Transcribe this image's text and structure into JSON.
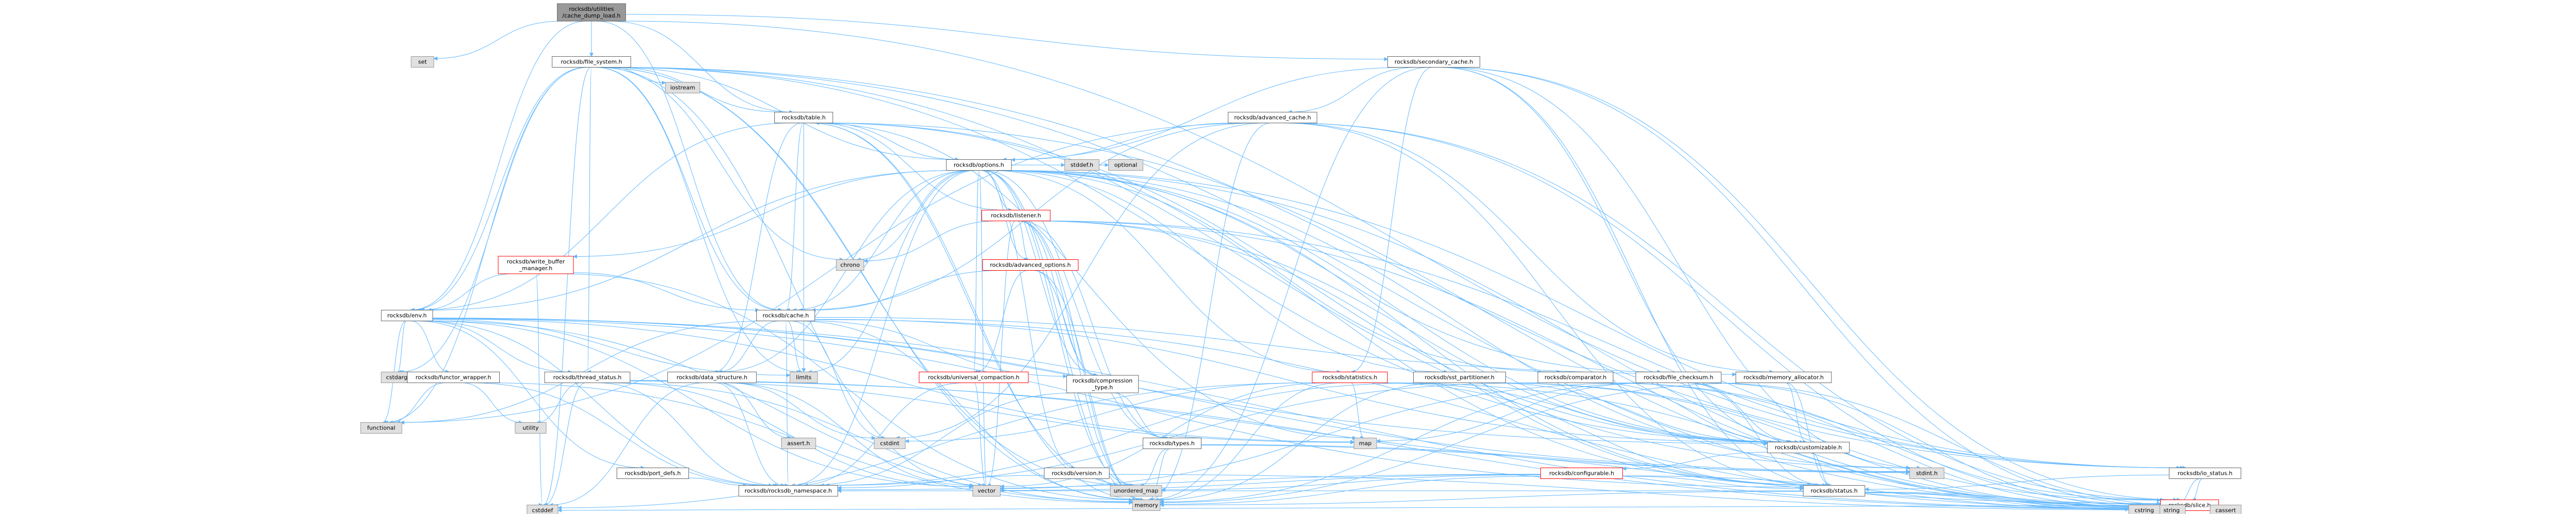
{
  "colors": {
    "edge": "#63b8ff",
    "edge_dark": "#404040",
    "root_fill": "#999999",
    "root_stroke": "#666666",
    "header_fill": "#ffffff",
    "header_stroke": "#666666",
    "sys_fill": "#e0e0e0",
    "sys_stroke": "#999999",
    "trunc_stroke": "#ff0000",
    "text": "#000000"
  },
  "nodes": [
    {
      "id": "root",
      "style": "root",
      "lines": [
        "rocksdb/utilities",
        "/cache_dump_load.h"
      ]
    },
    {
      "id": "set",
      "style": "sys",
      "lines": [
        "set"
      ]
    },
    {
      "id": "file_system",
      "style": "header",
      "lines": [
        "rocksdb/file_system.h"
      ]
    },
    {
      "id": "secondary_cache",
      "style": "header",
      "lines": [
        "rocksdb/secondary_cache.h"
      ]
    },
    {
      "id": "iostream",
      "style": "sys",
      "lines": [
        "iostream"
      ]
    },
    {
      "id": "table",
      "style": "header",
      "lines": [
        "rocksdb/table.h"
      ]
    },
    {
      "id": "advanced_cache",
      "style": "header",
      "lines": [
        "rocksdb/advanced_cache.h"
      ]
    },
    {
      "id": "options",
      "style": "header",
      "lines": [
        "rocksdb/options.h"
      ]
    },
    {
      "id": "listener",
      "style": "trunc",
      "lines": [
        "rocksdb/listener.h"
      ]
    },
    {
      "id": "stddef",
      "style": "sys",
      "lines": [
        "stddef.h"
      ]
    },
    {
      "id": "optional",
      "style": "sys",
      "lines": [
        "optional"
      ]
    },
    {
      "id": "write_buffer_manager",
      "style": "trunc",
      "lines": [
        "rocksdb/write_buffer",
        "_manager.h"
      ]
    },
    {
      "id": "chrono",
      "style": "sys",
      "lines": [
        "chrono"
      ]
    },
    {
      "id": "advanced_options",
      "style": "trunc",
      "lines": [
        "rocksdb/advanced_options.h"
      ]
    },
    {
      "id": "env",
      "style": "header",
      "lines": [
        "rocksdb/env.h"
      ]
    },
    {
      "id": "cache",
      "style": "header",
      "lines": [
        "rocksdb/cache.h"
      ]
    },
    {
      "id": "cstdarg",
      "style": "sys",
      "lines": [
        "cstdarg"
      ]
    },
    {
      "id": "functor_wrapper",
      "style": "header",
      "lines": [
        "rocksdb/functor_wrapper.h"
      ]
    },
    {
      "id": "thread_status",
      "style": "header",
      "lines": [
        "rocksdb/thread_status.h"
      ]
    },
    {
      "id": "data_structure",
      "style": "header",
      "lines": [
        "rocksdb/data_structure.h"
      ]
    },
    {
      "id": "limits",
      "style": "sys",
      "lines": [
        "limits"
      ]
    },
    {
      "id": "universal_compaction",
      "style": "trunc",
      "lines": [
        "rocksdb/universal_compaction.h"
      ]
    },
    {
      "id": "compression_type",
      "style": "header",
      "lines": [
        "rocksdb/compression",
        "_type.h"
      ]
    },
    {
      "id": "statistics",
      "style": "trunc",
      "lines": [
        "rocksdb/statistics.h"
      ]
    },
    {
      "id": "sst_partitioner",
      "style": "header",
      "lines": [
        "rocksdb/sst_partitioner.h"
      ]
    },
    {
      "id": "comparator",
      "style": "header",
      "lines": [
        "rocksdb/comparator.h"
      ]
    },
    {
      "id": "file_checksum",
      "style": "header",
      "lines": [
        "rocksdb/file_checksum.h"
      ]
    },
    {
      "id": "memory_allocator",
      "style": "header",
      "lines": [
        "rocksdb/memory_allocator.h"
      ]
    },
    {
      "id": "functional",
      "style": "sys",
      "lines": [
        "functional"
      ]
    },
    {
      "id": "utility",
      "style": "sys",
      "lines": [
        "utility"
      ]
    },
    {
      "id": "assert",
      "style": "sys",
      "lines": [
        "assert.h"
      ]
    },
    {
      "id": "cstdint",
      "style": "sys",
      "lines": [
        "cstdint"
      ]
    },
    {
      "id": "map",
      "style": "sys",
      "lines": [
        "map"
      ]
    },
    {
      "id": "types",
      "style": "header",
      "lines": [
        "rocksdb/types.h"
      ]
    },
    {
      "id": "customizable",
      "style": "header",
      "lines": [
        "rocksdb/customizable.h"
      ]
    },
    {
      "id": "port_defs",
      "style": "header",
      "lines": [
        "rocksdb/port_defs.h"
      ]
    },
    {
      "id": "version",
      "style": "header",
      "lines": [
        "rocksdb/version.h"
      ]
    },
    {
      "id": "configurable",
      "style": "trunc",
      "lines": [
        "rocksdb/configurable.h"
      ]
    },
    {
      "id": "stdint",
      "style": "sys",
      "lines": [
        "stdint.h"
      ]
    },
    {
      "id": "io_status",
      "style": "header",
      "lines": [
        "rocksdb/io_status.h"
      ]
    },
    {
      "id": "rocksdb_namespace",
      "style": "header",
      "lines": [
        "rocksdb/rocksdb_namespace.h"
      ]
    },
    {
      "id": "vector",
      "style": "sys",
      "lines": [
        "vector"
      ]
    },
    {
      "id": "unordered_map",
      "style": "sys",
      "lines": [
        "unordered_map"
      ]
    },
    {
      "id": "status",
      "style": "header",
      "lines": [
        "rocksdb/status.h"
      ]
    },
    {
      "id": "memory",
      "style": "sys",
      "lines": [
        "memory"
      ]
    },
    {
      "id": "slice",
      "style": "trunc",
      "lines": [
        "rocksdb/slice.h"
      ]
    },
    {
      "id": "cstddef",
      "style": "sys",
      "lines": [
        "cstddef"
      ]
    },
    {
      "id": "string",
      "style": "sys",
      "lines": [
        "string"
      ]
    },
    {
      "id": "cstring",
      "style": "sys",
      "lines": [
        "cstring"
      ]
    },
    {
      "id": "cassert",
      "style": "sys",
      "lines": [
        "cassert"
      ]
    }
  ],
  "edges": [
    [
      "root",
      "set"
    ],
    [
      "root",
      "file_system"
    ],
    [
      "root",
      "secondary_cache"
    ],
    [
      "root",
      "table"
    ],
    [
      "root",
      "env"
    ],
    [
      "root",
      "io_status"
    ],
    [
      "root",
      "cache"
    ],
    [
      "file_system",
      "iostream"
    ],
    [
      "file_system",
      "table"
    ],
    [
      "file_system",
      "options"
    ],
    [
      "file_system",
      "env"
    ],
    [
      "file_system",
      "cache"
    ],
    [
      "file_system",
      "thread_status"
    ],
    [
      "file_system",
      "io_status"
    ],
    [
      "file_system",
      "customizable"
    ],
    [
      "file_system",
      "functional"
    ],
    [
      "file_system",
      "cstdarg"
    ],
    [
      "file_system",
      "limits"
    ],
    [
      "file_system",
      "stdint"
    ],
    [
      "file_system",
      "vector"
    ],
    [
      "file_system",
      "unordered_map"
    ],
    [
      "file_system",
      "memory"
    ],
    [
      "file_system",
      "string"
    ],
    [
      "file_system",
      "chrono"
    ],
    [
      "file_system",
      "cstddef"
    ],
    [
      "secondary_cache",
      "advanced_cache"
    ],
    [
      "secondary_cache",
      "customizable"
    ],
    [
      "secondary_cache",
      "statistics"
    ],
    [
      "secondary_cache",
      "status"
    ],
    [
      "secondary_cache",
      "slice"
    ],
    [
      "secondary_cache",
      "options"
    ],
    [
      "secondary_cache",
      "stdint"
    ],
    [
      "secondary_cache",
      "memory"
    ],
    [
      "secondary_cache",
      "string"
    ],
    [
      "table",
      "options"
    ],
    [
      "table",
      "env"
    ],
    [
      "table",
      "cache"
    ],
    [
      "table",
      "customizable"
    ],
    [
      "table",
      "data_structure"
    ],
    [
      "table",
      "status"
    ],
    [
      "table",
      "limits"
    ],
    [
      "table",
      "string"
    ],
    [
      "table",
      "memory"
    ],
    [
      "table",
      "unordered_map"
    ],
    [
      "table",
      "map"
    ],
    [
      "advanced_cache",
      "options"
    ],
    [
      "advanced_cache",
      "cache"
    ],
    [
      "advanced_cache",
      "memory_allocator"
    ],
    [
      "advanced_cache",
      "slice"
    ],
    [
      "advanced_cache",
      "status"
    ],
    [
      "advanced_cache",
      "memory"
    ],
    [
      "advanced_cache",
      "string"
    ],
    [
      "advanced_cache",
      "functional"
    ],
    [
      "advanced_cache",
      "cstdint"
    ],
    [
      "options",
      "listener"
    ],
    [
      "options",
      "stddef"
    ],
    [
      "options",
      "optional"
    ],
    [
      "options",
      "write_buffer_manager"
    ],
    [
      "options",
      "advanced_options"
    ],
    [
      "options",
      "env"
    ],
    [
      "options",
      "cache"
    ],
    [
      "options",
      "universal_compaction"
    ],
    [
      "options",
      "compression_type"
    ],
    [
      "options",
      "statistics"
    ],
    [
      "options",
      "sst_partitioner"
    ],
    [
      "options",
      "comparator"
    ],
    [
      "options",
      "file_checksum"
    ],
    [
      "options",
      "types"
    ],
    [
      "options",
      "customizable"
    ],
    [
      "options",
      "version"
    ],
    [
      "options",
      "data_structure"
    ],
    [
      "options",
      "chrono"
    ],
    [
      "options",
      "limits"
    ],
    [
      "options",
      "stdint"
    ],
    [
      "options",
      "unordered_map"
    ],
    [
      "options",
      "vector"
    ],
    [
      "options",
      "memory"
    ],
    [
      "options",
      "string"
    ],
    [
      "options",
      "rocksdb_namespace"
    ],
    [
      "options",
      "status"
    ],
    [
      "options",
      "io_status"
    ],
    [
      "listener",
      "chrono"
    ],
    [
      "listener",
      "advanced_options"
    ],
    [
      "listener",
      "compression_type"
    ],
    [
      "listener",
      "customizable"
    ],
    [
      "listener",
      "io_status"
    ],
    [
      "listener",
      "status"
    ],
    [
      "listener",
      "types"
    ],
    [
      "listener",
      "memory"
    ],
    [
      "listener",
      "string"
    ],
    [
      "listener",
      "unordered_map"
    ],
    [
      "listener",
      "vector"
    ],
    [
      "listener",
      "table"
    ],
    [
      "write_buffer_manager",
      "cache"
    ],
    [
      "write_buffer_manager",
      "env"
    ],
    [
      "write_buffer_manager",
      "cstddef"
    ],
    [
      "write_buffer_manager",
      "memory"
    ],
    [
      "advanced_options",
      "cache"
    ],
    [
      "advanced_options",
      "compression_type"
    ],
    [
      "advanced_options",
      "universal_compaction"
    ],
    [
      "advanced_options",
      "memory"
    ],
    [
      "env",
      "functor_wrapper"
    ],
    [
      "env",
      "thread_status"
    ],
    [
      "env",
      "customizable"
    ],
    [
      "env",
      "port_defs"
    ],
    [
      "env",
      "functional"
    ],
    [
      "env",
      "cstdarg"
    ],
    [
      "env",
      "limits"
    ],
    [
      "env",
      "stdint"
    ],
    [
      "env",
      "vector"
    ],
    [
      "env",
      "memory"
    ],
    [
      "env",
      "string"
    ],
    [
      "env",
      "map"
    ],
    [
      "env",
      "rocksdb_namespace"
    ],
    [
      "env",
      "status"
    ],
    [
      "cache",
      "compression_type"
    ],
    [
      "cache",
      "data_structure"
    ],
    [
      "cache",
      "memory_allocator"
    ],
    [
      "cache",
      "customizable"
    ],
    [
      "cache",
      "cstdint"
    ],
    [
      "cache",
      "functional"
    ],
    [
      "cache",
      "limits"
    ],
    [
      "cache",
      "memory"
    ],
    [
      "cache",
      "string"
    ],
    [
      "cache",
      "rocksdb_namespace"
    ],
    [
      "functor_wrapper",
      "functional"
    ],
    [
      "functor_wrapper",
      "utility"
    ],
    [
      "functor_wrapper",
      "memory"
    ],
    [
      "functor_wrapper",
      "rocksdb_namespace"
    ],
    [
      "thread_status",
      "stdint"
    ],
    [
      "thread_status",
      "cstddef"
    ],
    [
      "thread_status",
      "map"
    ],
    [
      "thread_status",
      "string"
    ],
    [
      "thread_status",
      "utility"
    ],
    [
      "thread_status",
      "vector"
    ],
    [
      "thread_status",
      "rocksdb_namespace"
    ],
    [
      "thread_status",
      "memory"
    ],
    [
      "data_structure",
      "assert"
    ],
    [
      "data_structure",
      "cstddef"
    ],
    [
      "data_structure",
      "cstdint"
    ],
    [
      "data_structure",
      "vector"
    ],
    [
      "data_structure",
      "rocksdb_namespace"
    ],
    [
      "universal_compaction",
      "vector"
    ],
    [
      "universal_compaction",
      "rocksdb_namespace"
    ],
    [
      "compression_type",
      "rocksdb_namespace"
    ],
    [
      "compression_type",
      "types"
    ],
    [
      "statistics",
      "map"
    ],
    [
      "statistics",
      "cstddef"
    ],
    [
      "statistics",
      "cstdint"
    ],
    [
      "statistics",
      "memory"
    ],
    [
      "statistics",
      "string"
    ],
    [
      "statistics",
      "vector"
    ],
    [
      "statistics",
      "customizable"
    ],
    [
      "statistics",
      "status"
    ],
    [
      "sst_partitioner",
      "memory"
    ],
    [
      "sst_partitioner",
      "string"
    ],
    [
      "sst_partitioner",
      "customizable"
    ],
    [
      "sst_partitioner",
      "rocksdb_namespace"
    ],
    [
      "sst_partitioner",
      "slice"
    ],
    [
      "comparator",
      "string"
    ],
    [
      "comparator",
      "customizable"
    ],
    [
      "comparator",
      "rocksdb_namespace"
    ],
    [
      "comparator",
      "slice"
    ],
    [
      "file_checksum",
      "cassert"
    ],
    [
      "file_checksum",
      "map"
    ],
    [
      "file_checksum",
      "memory"
    ],
    [
      "file_checksum",
      "string"
    ],
    [
      "file_checksum",
      "vector"
    ],
    [
      "file_checksum",
      "customizable"
    ],
    [
      "file_checksum",
      "status"
    ],
    [
      "memory_allocator",
      "customizable"
    ],
    [
      "memory_allocator",
      "memory"
    ],
    [
      "memory_allocator",
      "status"
    ],
    [
      "types",
      "stdint"
    ],
    [
      "types",
      "memory"
    ],
    [
      "types",
      "unordered_map"
    ],
    [
      "types",
      "slice"
    ],
    [
      "customizable",
      "configurable"
    ],
    [
      "customizable",
      "status"
    ],
    [
      "port_defs",
      "rocksdb_namespace"
    ],
    [
      "version",
      "string"
    ],
    [
      "version",
      "unordered_map"
    ],
    [
      "version",
      "rocksdb_namespace"
    ],
    [
      "configurable",
      "rocksdb_namespace"
    ],
    [
      "configurable",
      "memory"
    ],
    [
      "configurable",
      "string"
    ],
    [
      "configurable",
      "unordered_map"
    ],
    [
      "configurable",
      "vector"
    ],
    [
      "configurable",
      "status"
    ],
    [
      "io_status",
      "string"
    ],
    [
      "io_status",
      "slice"
    ],
    [
      "io_status",
      "status"
    ],
    [
      "status",
      "memory"
    ],
    [
      "status",
      "string"
    ],
    [
      "status",
      "cstring"
    ],
    [
      "status",
      "slice"
    ],
    [
      "status",
      "rocksdb_namespace"
    ],
    [
      "slice",
      "cstddef"
    ],
    [
      "slice",
      "string"
    ],
    [
      "slice",
      "cstring"
    ],
    [
      "slice",
      "cassert"
    ]
  ]
}
